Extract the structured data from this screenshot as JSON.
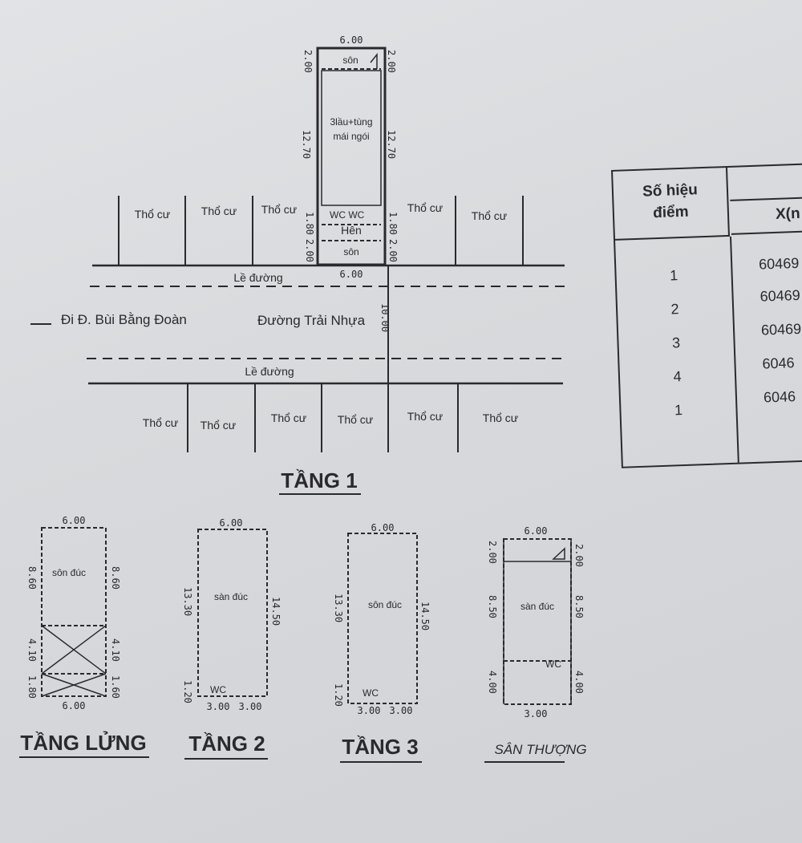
{
  "plan": {
    "top_width": "6.00",
    "top_son": "sôn",
    "left_2": "2.00",
    "right_2": "2.00",
    "main_area": "3lầu+tùng\nmái ngói",
    "main_area_line1": "3lầu+tùng",
    "main_area_line2": "mái ngói",
    "left_1270": "12.70",
    "right_1270": "12.70",
    "hien": "Hên",
    "son_bottom": "sôn",
    "left_180": "1.80",
    "left_200": "2.00",
    "right_180": "1.80",
    "right_200": "2.00",
    "le_duong_top": "Lề đường",
    "front_width": "6.00",
    "road": "Đường Trải Nhựa",
    "road_width": "10.00",
    "direction": "Đi Đ. Bùi Bằng Đoàn",
    "le_duong_bottom": "Lề đường",
    "top_lots": [
      "Thổ cư",
      "Thổ cư",
      "Thổ cư",
      "Thổ cư",
      "Thổ cư"
    ],
    "bottom_lots": [
      "Thổ cư",
      "Thổ cư",
      "Thổ cư",
      "Thổ cư",
      "Thổ cư",
      "Thổ cư"
    ],
    "title": "TẦNG 1"
  },
  "floors": {
    "lung": {
      "title": "TẦNG LỬNG",
      "top": "6.00",
      "bottom": "6.00",
      "area": "sôn đúc",
      "l1": "8.60",
      "r1": "8.60",
      "l2": "4.10",
      "r2": "4.10",
      "l3": "1.80",
      "r3": "1.60"
    },
    "t2": {
      "title": "TẦNG 2",
      "top": "6.00",
      "area": "sàn đúc",
      "left": "13.30",
      "right": "14.50",
      "lb": "1.20",
      "b1": "3.00",
      "b2": "3.00",
      "wc": "WC"
    },
    "t3": {
      "title": "TẦNG 3",
      "top": "6.00",
      "area": "sôn đúc",
      "left": "13.30",
      "right": "14.50",
      "lb": "1.20",
      "b1": "3.00",
      "b2": "3.00",
      "wc": "WC"
    },
    "san": {
      "title": "SÂN THƯỢNG",
      "top": "6.00",
      "bottom": "3.00",
      "area": "sàn đúc",
      "l1": "2.00",
      "r1": "2.00",
      "l2": "8.50",
      "r2": "8.50",
      "l3": "4.00",
      "r3": "4.00",
      "wc": "WC"
    }
  },
  "coord_table": {
    "header_point_line1": "Số hiệu",
    "header_point_line2": "điểm",
    "header_x": "X(n",
    "rows": [
      {
        "pt": "1",
        "x": "60469"
      },
      {
        "pt": "2",
        "x": "60469"
      },
      {
        "pt": "3",
        "x": "60469"
      },
      {
        "pt": "4",
        "x": "6046"
      },
      {
        "pt": "1",
        "x": "6046"
      }
    ]
  }
}
